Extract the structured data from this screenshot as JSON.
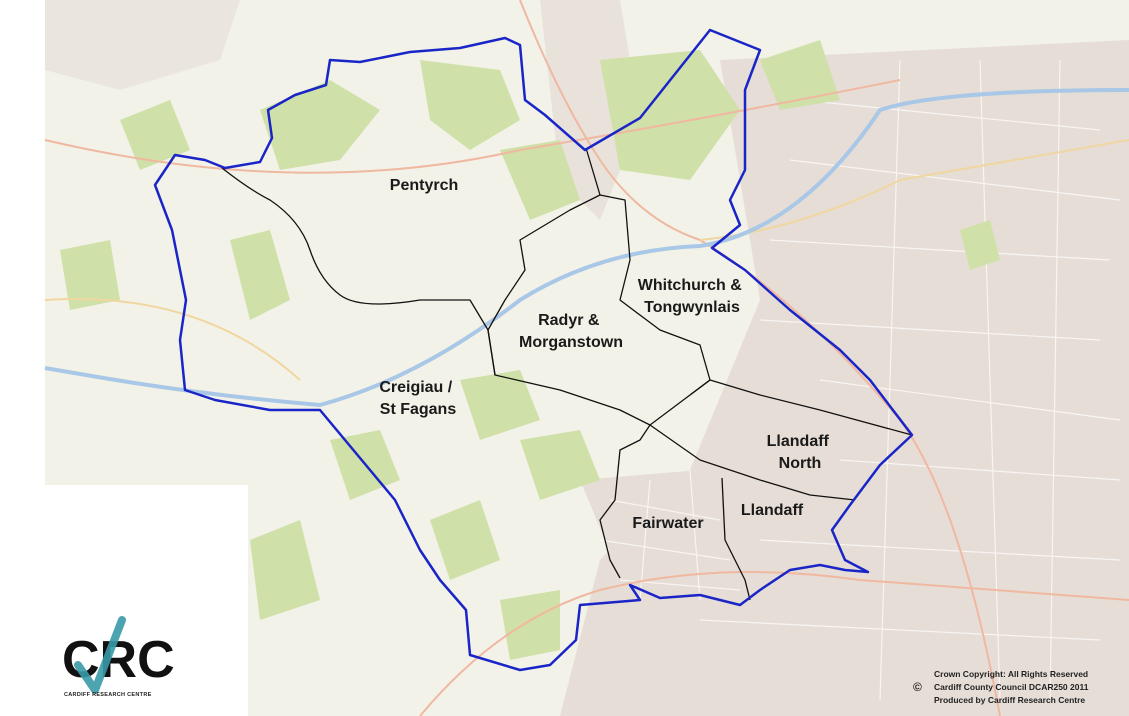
{
  "map": {
    "wards": [
      {
        "id": "pentyrch",
        "lines": [
          "Pentyrch"
        ]
      },
      {
        "id": "whitchurch",
        "lines": [
          "Whitchurch &",
          "Tongwynlais"
        ]
      },
      {
        "id": "radyr",
        "lines": [
          "Radyr &",
          "Morganstown"
        ]
      },
      {
        "id": "creigiau",
        "lines": [
          "Creigiau /",
          "St Fagans"
        ]
      },
      {
        "id": "llandaff-north",
        "lines": [
          "Llandaff",
          "North"
        ]
      },
      {
        "id": "llandaff",
        "lines": [
          "Llandaff"
        ]
      },
      {
        "id": "fairwater",
        "lines": [
          "Fairwater"
        ]
      }
    ],
    "copyright": {
      "line1": "Crown Copyright: All Rights Reserved",
      "symbol": "©",
      "line2": "Cardiff County Council DCAR250 2011",
      "line3": "Produced by Cardiff Research Centre"
    },
    "logo": {
      "mark": "CRC",
      "caption": "CARDIFF RESEARCH CENTRE"
    },
    "colors": {
      "boundary": "#1a25c8",
      "ward_line": "#111111",
      "base": "#f3f2e8",
      "green": "#cfe0a8",
      "urban": "#e6ddd6",
      "motorway": "#a9c7e6"
    }
  }
}
